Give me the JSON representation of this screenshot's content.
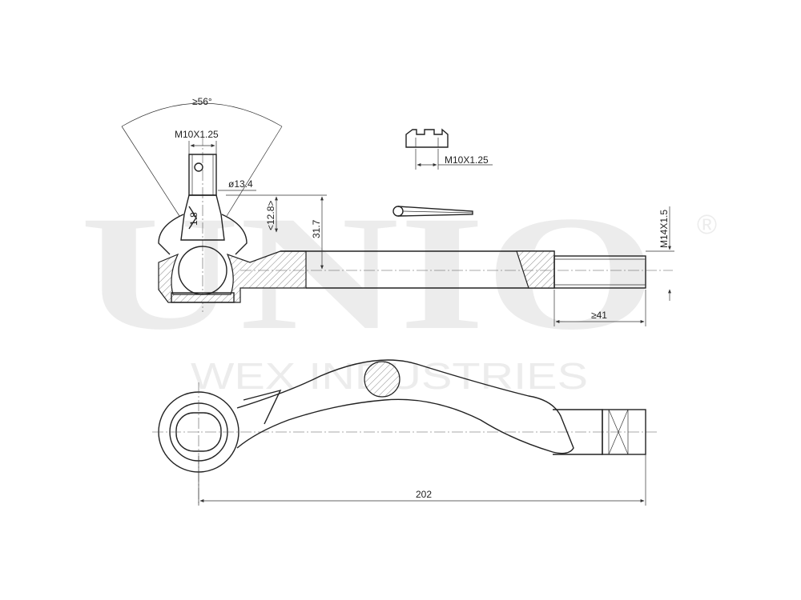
{
  "watermark": {
    "brand": "UNIO",
    "registered": "®",
    "company": "WEX INDUSTRIES"
  },
  "dimensions": {
    "angle": "≥56°",
    "stud_thread": "M10X1.25",
    "stud_diameter": "ø13.4",
    "taper_small": "1.8",
    "stud_height": "<12.8>",
    "ball_height": "31.7",
    "nut_thread": "M10X1.25",
    "shank_thread": "M14X1.5",
    "thread_length": "≥41",
    "overall_length": "202"
  }
}
